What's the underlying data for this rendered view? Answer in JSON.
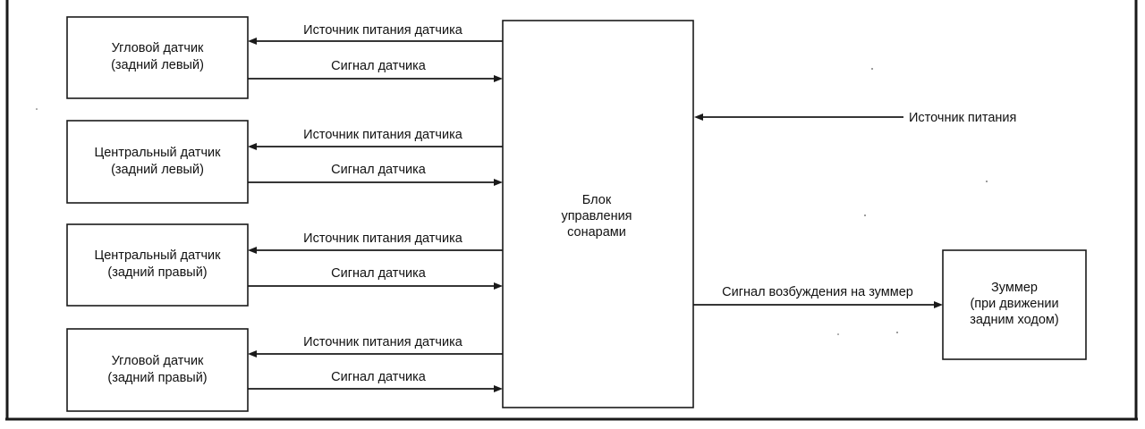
{
  "sensors": [
    {
      "line1": "Угловой датчик",
      "line2": "(задний левый)",
      "power_label": "Источник питания датчика",
      "signal_label": "Сигнал датчика"
    },
    {
      "line1": "Центральный датчик",
      "line2": "(задний левый)",
      "power_label": "Источник питания датчика",
      "signal_label": "Сигнал датчика"
    },
    {
      "line1": "Центральный датчик",
      "line2": "(задний правый)",
      "power_label": "Источник питания датчика",
      "signal_label": "Сигнал датчика"
    },
    {
      "line1": "Угловой датчик",
      "line2": "(задний правый)",
      "power_label": "Источник питания датчика",
      "signal_label": "Сигнал датчика"
    }
  ],
  "control_unit": {
    "line1": "Блок",
    "line2": "управления",
    "line3": "сонарами"
  },
  "power_supply": {
    "label": "Источник питания"
  },
  "buzzer": {
    "line1": "Зуммер",
    "line2": "(при движении",
    "line3": "задним ходом)",
    "signal_label": "Сигнал возбуждения на зуммер"
  }
}
